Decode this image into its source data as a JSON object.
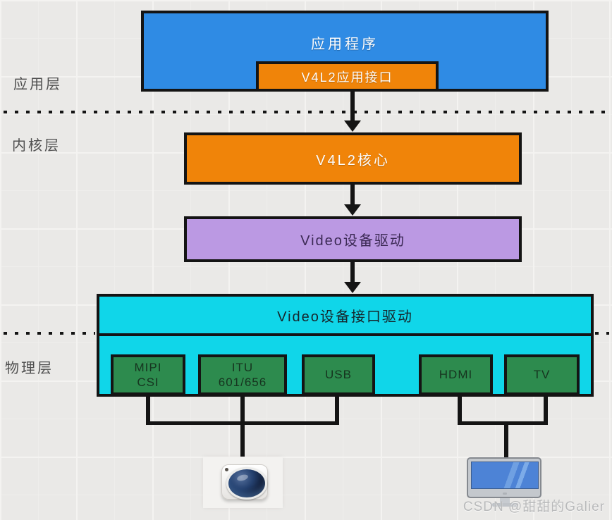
{
  "layer_labels": {
    "application": "应用层",
    "kernel": "内核层",
    "physical": "物理层"
  },
  "nodes": {
    "application": "应用程序",
    "v4l2_api": "V4L2应用接口",
    "v4l2_core": "V4L2核心",
    "video_device_driver": "Video设备驱动",
    "video_interface_driver": "Video设备接口驱动",
    "interfaces": [
      {
        "label": "MIPI\nCSI"
      },
      {
        "label": "ITU\n601/656"
      },
      {
        "label": "USB"
      },
      {
        "label": "HDMI"
      },
      {
        "label": "TV"
      }
    ]
  },
  "icons": {
    "camera": "camera-icon",
    "monitor": "monitor-icon"
  },
  "colors": {
    "application_box": "#2f8be4",
    "api_box": "#f08409",
    "core_box": "#f08409",
    "video_driver_box": "#bb99e3",
    "interface_driver_box": "#10d6e9",
    "bus_box": "#2d8b4e",
    "line": "#141414",
    "background": "#eae9e7"
  },
  "watermark": "CSDN @甜甜的Galier"
}
